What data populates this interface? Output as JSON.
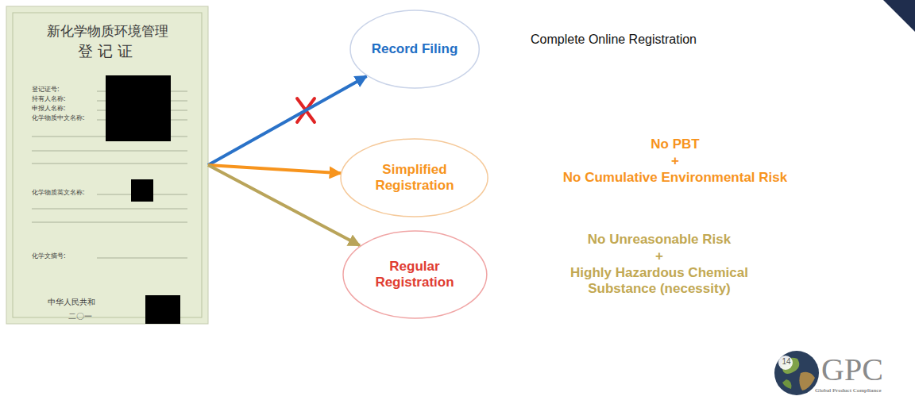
{
  "diagram": {
    "nodes": [
      {
        "text": [
          "新化学物质环境管理",
          "登记证",
          "登记证号:",
          "持有人名称:",
          "申报人名称:",
          "化学物质中文名称:",
          "化学物质英文名称:",
          "化学文摘号:",
          "中华人民共和",
          "二〇一"
        ]
      },
      {
        "text": [
          "Record Filing"
        ]
      },
      {
        "text": [
          "Simplified Registration"
        ]
      },
      {
        "text": [
          "Regular Registration"
        ]
      }
    ],
    "edges": [
      {
        "from": 0,
        "to": 1,
        "arrow": "to"
      },
      {
        "from": 0,
        "to": 2,
        "arrow": "to"
      },
      {
        "from": 0,
        "to": 3,
        "arrow": "to"
      }
    ],
    "labels": [
      "Complete Online Registration",
      "No PBT",
      "+",
      "No Cumulative Environmental Risk",
      "No Unreasonable Risk",
      "+",
      "Highly Hazardous Chemical Substance (necessity)",
      "14",
      "GPC",
      "Global Product Compliance"
    ]
  }
}
